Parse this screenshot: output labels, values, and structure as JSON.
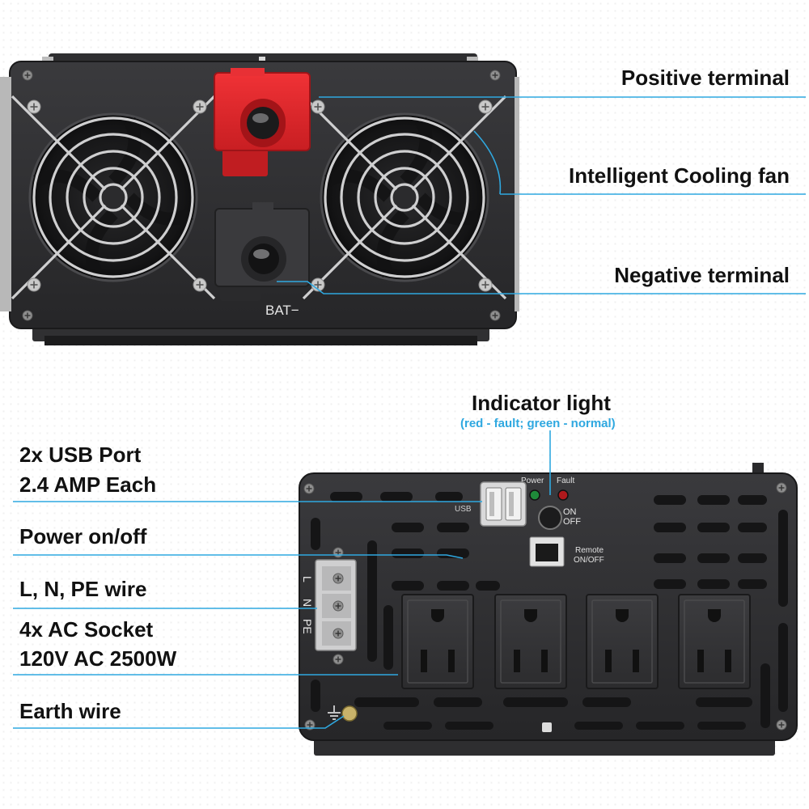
{
  "top_unit": {
    "labels": {
      "positive": "Positive terminal",
      "fan": "Intelligent Cooling fan",
      "negative": "Negative terminal"
    },
    "bat_text": "BAT−"
  },
  "bottom_unit": {
    "indicator": {
      "title": "Indicator light",
      "note": "(red - fault; green - normal)"
    },
    "labels": {
      "usb_line1": "2x USB Port",
      "usb_line2": "2.4 AMP Each",
      "power": "Power on/off",
      "wire": "L, N, PE wire",
      "socket_line1": "4x AC Socket",
      "socket_line2": "120V AC 2500W",
      "earth": "Earth wire"
    },
    "panel_text": {
      "power_led": "Power",
      "fault_led": "Fault",
      "usb": "USB",
      "on": "ON",
      "off": "OFF",
      "remote_line1": "Remote",
      "remote_line2": "ON/OFF",
      "l": "L",
      "n": "N",
      "pe": "PE"
    }
  },
  "colors": {
    "leader_line": "#2fa8e0",
    "body": "#2c2c2e",
    "red_terminal": "#e0262b"
  }
}
